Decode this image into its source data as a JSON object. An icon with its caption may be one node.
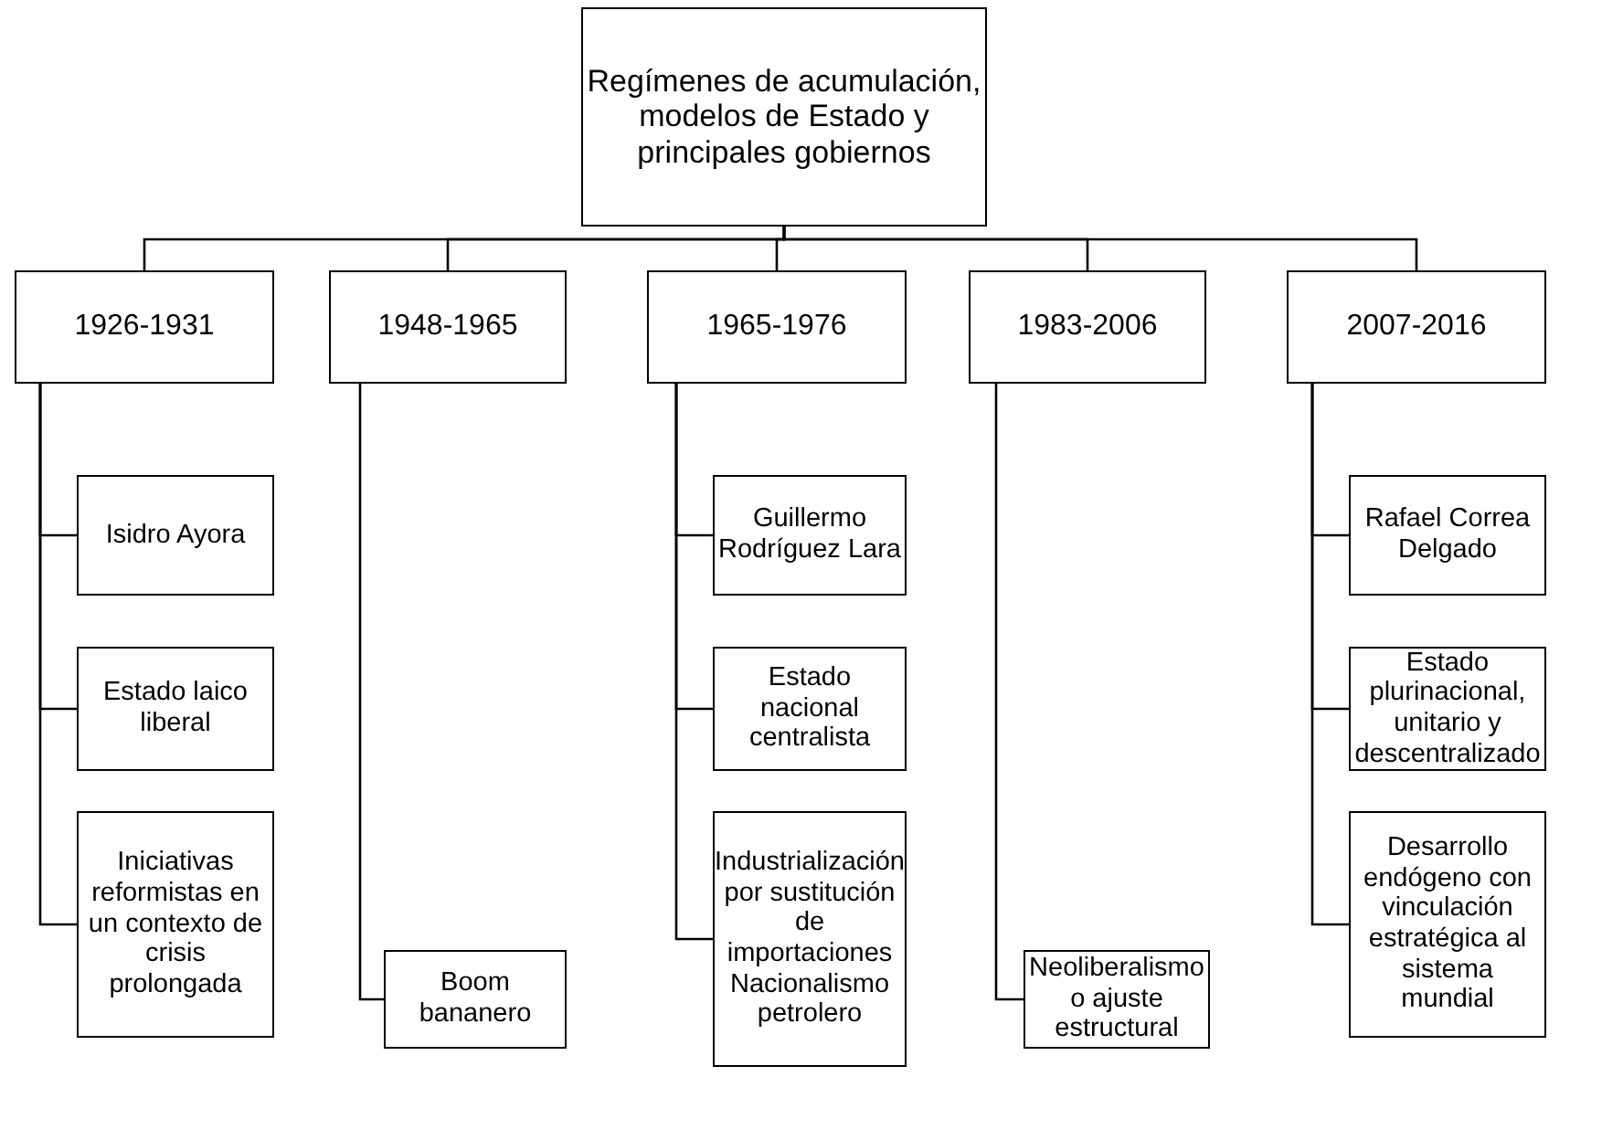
{
  "diagram": {
    "nodes": [
      {
        "text": [
          "Regímenes de acumulación, modelos de Estado y principales gobiernos"
        ]
      },
      {
        "text": [
          "1926-1931"
        ]
      },
      {
        "text": [
          "1948-1965"
        ]
      },
      {
        "text": [
          "1965-1976"
        ]
      },
      {
        "text": [
          "1983-2006"
        ]
      },
      {
        "text": [
          "2007-2016"
        ]
      },
      {
        "text": [
          "Isidro Ayora"
        ]
      },
      {
        "text": [
          "Estado laico liberal"
        ]
      },
      {
        "text": [
          "Iniciativas reformistas en un contexto de crisis prolongada"
        ]
      },
      {
        "text": [
          "Boom bananero"
        ]
      },
      {
        "text": [
          "Guillermo Rodríguez Lara"
        ]
      },
      {
        "text": [
          "Estado nacional centralista"
        ]
      },
      {
        "text": [
          "Industrialización por sustitución de importaciones Nacionalismo petrolero"
        ]
      },
      {
        "text": [
          "Neoliberalismo o ajuste estructural"
        ]
      },
      {
        "text": [
          "Rafael Correa Delgado"
        ]
      },
      {
        "text": [
          "Estado plurinacional, unitario y descentralizado"
        ]
      },
      {
        "text": [
          "Desarrollo endógeno con vinculación estratégica al sistema mundial"
        ]
      }
    ],
    "edges": [
      {
        "from": 0,
        "to": 1,
        "arrow": "none"
      },
      {
        "from": 0,
        "to": 2,
        "arrow": "none"
      },
      {
        "from": 0,
        "to": 3,
        "arrow": "none"
      },
      {
        "from": 0,
        "to": 4,
        "arrow": "none"
      },
      {
        "from": 0,
        "to": 5,
        "arrow": "none"
      },
      {
        "from": 1,
        "to": 6,
        "arrow": "none"
      },
      {
        "from": 1,
        "to": 7,
        "arrow": "none"
      },
      {
        "from": 1,
        "to": 8,
        "arrow": "none"
      },
      {
        "from": 2,
        "to": 9,
        "arrow": "none"
      },
      {
        "from": 3,
        "to": 10,
        "arrow": "none"
      },
      {
        "from": 3,
        "to": 11,
        "arrow": "none"
      },
      {
        "from": 3,
        "to": 12,
        "arrow": "none"
      },
      {
        "from": 4,
        "to": 13,
        "arrow": "none"
      },
      {
        "from": 5,
        "to": 14,
        "arrow": "none"
      },
      {
        "from": 5,
        "to": 15,
        "arrow": "none"
      },
      {
        "from": 5,
        "to": 16,
        "arrow": "none"
      }
    ]
  }
}
